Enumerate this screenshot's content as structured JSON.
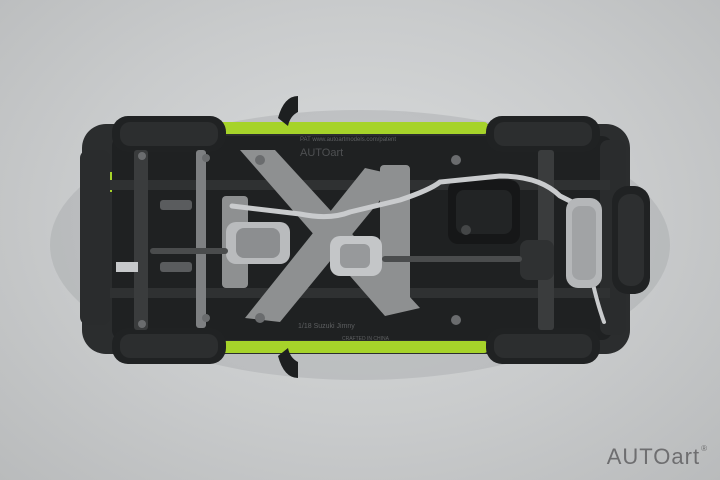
{
  "image": {
    "subject": "Scale model car underside view",
    "colors": {
      "background": "#cfd1d2",
      "body_accent": "#a6d32a",
      "floor_pan": "#1d1f20",
      "frame": "#2a2c2d",
      "crossmember": "#8e9091",
      "exhaust": "#c9cbcd",
      "tire": "#202223"
    }
  },
  "chassis_text": {
    "patent": "PAT www.autoartmodels.com/patent",
    "brand_cast": "AUTOart",
    "scale": "1/18 Suzuki Jimny",
    "origin": "CRAFTED IN CHINA"
  },
  "watermark": {
    "brand": "AUTOart",
    "mark": "®"
  }
}
